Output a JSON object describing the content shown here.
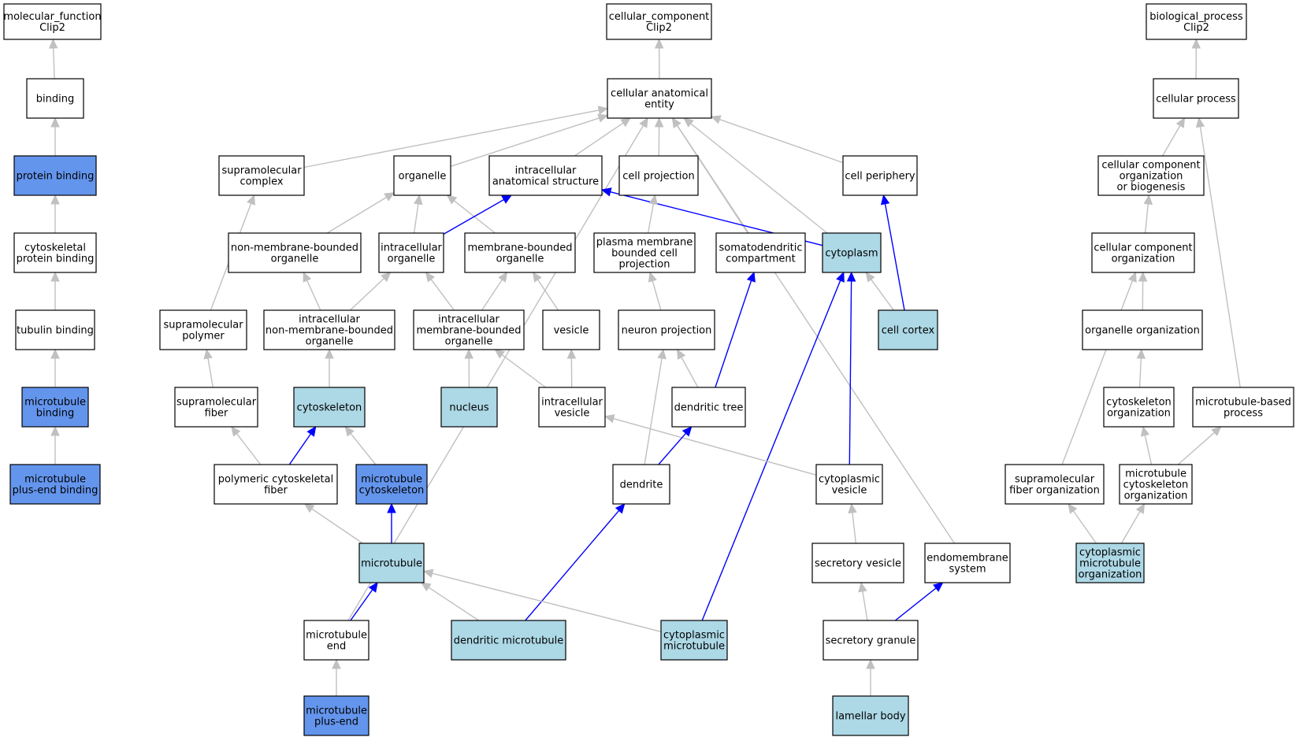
{
  "colors": {
    "plain": "#ffffff",
    "light": "#add8e6",
    "dark": "#6495ed",
    "edge_gray": "#c0c0c0",
    "edge_blue": "#0000ff"
  },
  "nodes": [
    {
      "id": "mf",
      "lines": [
        "molecular_function",
        "Clip2"
      ],
      "fill": "plain"
    },
    {
      "id": "cc",
      "lines": [
        "cellular_component",
        "Clip2"
      ],
      "fill": "plain"
    },
    {
      "id": "bp",
      "lines": [
        "biological_process",
        "Clip2"
      ],
      "fill": "plain"
    },
    {
      "id": "binding",
      "lines": [
        "binding"
      ],
      "fill": "plain"
    },
    {
      "id": "cae",
      "lines": [
        "cellular anatomical",
        "entity"
      ],
      "fill": "plain"
    },
    {
      "id": "cp",
      "lines": [
        "cellular process"
      ],
      "fill": "plain"
    },
    {
      "id": "pb",
      "lines": [
        "protein binding"
      ],
      "fill": "dark"
    },
    {
      "id": "smc",
      "lines": [
        "supramolecular",
        "complex"
      ],
      "fill": "plain"
    },
    {
      "id": "org",
      "lines": [
        "organelle"
      ],
      "fill": "plain"
    },
    {
      "id": "ias",
      "lines": [
        "intracellular",
        "anatomical structure"
      ],
      "fill": "plain"
    },
    {
      "id": "cproj",
      "lines": [
        "cell projection"
      ],
      "fill": "plain"
    },
    {
      "id": "cperi",
      "lines": [
        "cell periphery"
      ],
      "fill": "plain"
    },
    {
      "id": "ccob",
      "lines": [
        "cellular component",
        "organization",
        "or biogenesis"
      ],
      "fill": "plain"
    },
    {
      "id": "cspb",
      "lines": [
        "cytoskeletal",
        "protein binding"
      ],
      "fill": "plain"
    },
    {
      "id": "nmbo",
      "lines": [
        "non-membrane-bounded",
        "organelle"
      ],
      "fill": "plain"
    },
    {
      "id": "io",
      "lines": [
        "intracellular",
        "organelle"
      ],
      "fill": "plain"
    },
    {
      "id": "mbo",
      "lines": [
        "membrane-bounded",
        "organelle"
      ],
      "fill": "plain"
    },
    {
      "id": "pmbcp",
      "lines": [
        "plasma membrane",
        "bounded cell",
        "projection"
      ],
      "fill": "plain"
    },
    {
      "id": "sdc",
      "lines": [
        "somatodendritic",
        "compartment"
      ],
      "fill": "plain"
    },
    {
      "id": "cyto",
      "lines": [
        "cytoplasm"
      ],
      "fill": "light"
    },
    {
      "id": "cco",
      "lines": [
        "cellular component",
        "organization"
      ],
      "fill": "plain"
    },
    {
      "id": "tb",
      "lines": [
        "tubulin binding"
      ],
      "fill": "plain"
    },
    {
      "id": "smp",
      "lines": [
        "supramolecular",
        "polymer"
      ],
      "fill": "plain"
    },
    {
      "id": "inmbo",
      "lines": [
        "intracellular",
        "non-membrane-bounded",
        "organelle"
      ],
      "fill": "plain"
    },
    {
      "id": "imbo",
      "lines": [
        "intracellular",
        "membrane-bounded",
        "organelle"
      ],
      "fill": "plain"
    },
    {
      "id": "ves",
      "lines": [
        "vesicle"
      ],
      "fill": "plain"
    },
    {
      "id": "np",
      "lines": [
        "neuron projection"
      ],
      "fill": "plain"
    },
    {
      "id": "cctx",
      "lines": [
        "cell cortex"
      ],
      "fill": "light"
    },
    {
      "id": "oo",
      "lines": [
        "organelle organization"
      ],
      "fill": "plain"
    },
    {
      "id": "mtb",
      "lines": [
        "microtubule",
        "binding"
      ],
      "fill": "dark"
    },
    {
      "id": "smf",
      "lines": [
        "supramolecular",
        "fiber"
      ],
      "fill": "plain"
    },
    {
      "id": "csk",
      "lines": [
        "cytoskeleton"
      ],
      "fill": "light"
    },
    {
      "id": "nuc",
      "lines": [
        "nucleus"
      ],
      "fill": "light"
    },
    {
      "id": "iv",
      "lines": [
        "intracellular",
        "vesicle"
      ],
      "fill": "plain"
    },
    {
      "id": "dt",
      "lines": [
        "dendritic tree"
      ],
      "fill": "plain"
    },
    {
      "id": "csko",
      "lines": [
        "cytoskeleton",
        "organization"
      ],
      "fill": "plain"
    },
    {
      "id": "mtbp",
      "lines": [
        "microtubule-based",
        "process"
      ],
      "fill": "plain"
    },
    {
      "id": "mtpeb",
      "lines": [
        "microtubule",
        "plus-end binding"
      ],
      "fill": "dark"
    },
    {
      "id": "pcf",
      "lines": [
        "polymeric cytoskeletal",
        "fiber"
      ],
      "fill": "plain"
    },
    {
      "id": "mtcsk",
      "lines": [
        "microtubule",
        "cytoskeleton"
      ],
      "fill": "dark"
    },
    {
      "id": "den",
      "lines": [
        "dendrite"
      ],
      "fill": "plain"
    },
    {
      "id": "cv",
      "lines": [
        "cytoplasmic",
        "vesicle"
      ],
      "fill": "plain"
    },
    {
      "id": "sfo",
      "lines": [
        "supramolecular",
        "fiber organization"
      ],
      "fill": "plain"
    },
    {
      "id": "mtcsko",
      "lines": [
        "microtubule",
        "cytoskeleton",
        "organization"
      ],
      "fill": "plain"
    },
    {
      "id": "mt",
      "lines": [
        "microtubule"
      ],
      "fill": "light"
    },
    {
      "id": "sv",
      "lines": [
        "secretory vesicle"
      ],
      "fill": "plain"
    },
    {
      "id": "ems",
      "lines": [
        "endomembrane",
        "system"
      ],
      "fill": "plain"
    },
    {
      "id": "cmto",
      "lines": [
        "cytoplasmic",
        "microtubule",
        "organization"
      ],
      "fill": "light"
    },
    {
      "id": "mte",
      "lines": [
        "microtubule",
        "end"
      ],
      "fill": "plain"
    },
    {
      "id": "dmt",
      "lines": [
        "dendritic microtubule"
      ],
      "fill": "light"
    },
    {
      "id": "cmt",
      "lines": [
        "cytoplasmic",
        "microtubule"
      ],
      "fill": "light"
    },
    {
      "id": "sg",
      "lines": [
        "secretory granule"
      ],
      "fill": "plain"
    },
    {
      "id": "mtpe",
      "lines": [
        "microtubule",
        "plus-end"
      ],
      "fill": "dark"
    },
    {
      "id": "lb",
      "lines": [
        "lamellar body"
      ],
      "fill": "light"
    }
  ],
  "edges": [
    {
      "from": "binding",
      "to": "mf",
      "color": "edge_gray"
    },
    {
      "from": "pb",
      "to": "binding",
      "color": "edge_gray"
    },
    {
      "from": "cspb",
      "to": "pb",
      "color": "edge_gray"
    },
    {
      "from": "tb",
      "to": "cspb",
      "color": "edge_gray"
    },
    {
      "from": "mtb",
      "to": "tb",
      "color": "edge_gray"
    },
    {
      "from": "mtpeb",
      "to": "mtb",
      "color": "edge_gray"
    },
    {
      "from": "cae",
      "to": "cc",
      "color": "edge_gray"
    },
    {
      "from": "cp",
      "to": "bp",
      "color": "edge_gray"
    },
    {
      "from": "smc",
      "to": "cae",
      "color": "edge_gray"
    },
    {
      "from": "org",
      "to": "cae",
      "color": "edge_gray"
    },
    {
      "from": "ias",
      "to": "cae",
      "color": "edge_gray"
    },
    {
      "from": "cproj",
      "to": "cae",
      "color": "edge_gray"
    },
    {
      "from": "cperi",
      "to": "cae",
      "color": "edge_gray"
    },
    {
      "from": "sdc",
      "to": "cae",
      "color": "edge_gray"
    },
    {
      "from": "cyto",
      "to": "cae",
      "color": "edge_gray"
    },
    {
      "from": "ems",
      "to": "cae",
      "color": "edge_gray"
    },
    {
      "from": "mte",
      "to": "cae",
      "color": "edge_gray"
    },
    {
      "from": "ccob",
      "to": "cp",
      "color": "edge_gray"
    },
    {
      "from": "mtbp",
      "to": "cp",
      "color": "edge_gray"
    },
    {
      "from": "cco",
      "to": "ccob",
      "color": "edge_gray"
    },
    {
      "from": "oo",
      "to": "cco",
      "color": "edge_gray"
    },
    {
      "from": "sfo",
      "to": "cco",
      "color": "edge_gray"
    },
    {
      "from": "csko",
      "to": "oo",
      "color": "edge_gray"
    },
    {
      "from": "mtcsko",
      "to": "csko",
      "color": "edge_gray"
    },
    {
      "from": "mtcsko",
      "to": "mtbp",
      "color": "edge_gray"
    },
    {
      "from": "cmto",
      "to": "sfo",
      "color": "edge_gray"
    },
    {
      "from": "cmto",
      "to": "mtcsko",
      "color": "edge_gray"
    },
    {
      "from": "nmbo",
      "to": "org",
      "color": "edge_gray"
    },
    {
      "from": "io",
      "to": "org",
      "color": "edge_gray"
    },
    {
      "from": "mbo",
      "to": "org",
      "color": "edge_gray"
    },
    {
      "from": "io",
      "to": "ias",
      "color": "edge_blue"
    },
    {
      "from": "cyto",
      "to": "ias",
      "color": "edge_blue"
    },
    {
      "from": "pmbcp",
      "to": "cproj",
      "color": "edge_gray"
    },
    {
      "from": "cctx",
      "to": "cperi",
      "color": "edge_blue"
    },
    {
      "from": "cctx",
      "to": "cyto",
      "color": "edge_gray"
    },
    {
      "from": "smp",
      "to": "smc",
      "color": "edge_gray"
    },
    {
      "from": "inmbo",
      "to": "nmbo",
      "color": "edge_gray"
    },
    {
      "from": "inmbo",
      "to": "io",
      "color": "edge_gray"
    },
    {
      "from": "imbo",
      "to": "io",
      "color": "edge_gray"
    },
    {
      "from": "imbo",
      "to": "mbo",
      "color": "edge_gray"
    },
    {
      "from": "ves",
      "to": "mbo",
      "color": "edge_gray"
    },
    {
      "from": "np",
      "to": "pmbcp",
      "color": "edge_gray"
    },
    {
      "from": "dt",
      "to": "sdc",
      "color": "edge_blue"
    },
    {
      "from": "cv",
      "to": "cyto",
      "color": "edge_blue"
    },
    {
      "from": "cmt",
      "to": "cyto",
      "color": "edge_blue"
    },
    {
      "from": "smf",
      "to": "smp",
      "color": "edge_gray"
    },
    {
      "from": "csk",
      "to": "inmbo",
      "color": "edge_gray"
    },
    {
      "from": "nuc",
      "to": "imbo",
      "color": "edge_gray"
    },
    {
      "from": "iv",
      "to": "imbo",
      "color": "edge_gray"
    },
    {
      "from": "iv",
      "to": "ves",
      "color": "edge_gray"
    },
    {
      "from": "dt",
      "to": "np",
      "color": "edge_gray"
    },
    {
      "from": "den",
      "to": "np",
      "color": "edge_gray"
    },
    {
      "from": "pcf",
      "to": "smf",
      "color": "edge_gray"
    },
    {
      "from": "pcf",
      "to": "csk",
      "color": "edge_blue"
    },
    {
      "from": "mtcsk",
      "to": "csk",
      "color": "edge_gray"
    },
    {
      "from": "cv",
      "to": "iv",
      "color": "edge_gray"
    },
    {
      "from": "den",
      "to": "dt",
      "color": "edge_blue"
    },
    {
      "from": "mt",
      "to": "pcf",
      "color": "edge_gray"
    },
    {
      "from": "mt",
      "to": "mtcsk",
      "color": "edge_blue"
    },
    {
      "from": "dmt",
      "to": "den",
      "color": "edge_blue"
    },
    {
      "from": "sv",
      "to": "cv",
      "color": "edge_gray"
    },
    {
      "from": "mte",
      "to": "mt",
      "color": "edge_blue"
    },
    {
      "from": "dmt",
      "to": "mt",
      "color": "edge_gray"
    },
    {
      "from": "cmt",
      "to": "mt",
      "color": "edge_gray"
    },
    {
      "from": "sg",
      "to": "sv",
      "color": "edge_gray"
    },
    {
      "from": "sg",
      "to": "ems",
      "color": "edge_blue"
    },
    {
      "from": "mtpe",
      "to": "mte",
      "color": "edge_gray"
    },
    {
      "from": "lb",
      "to": "sg",
      "color": "edge_gray"
    }
  ]
}
